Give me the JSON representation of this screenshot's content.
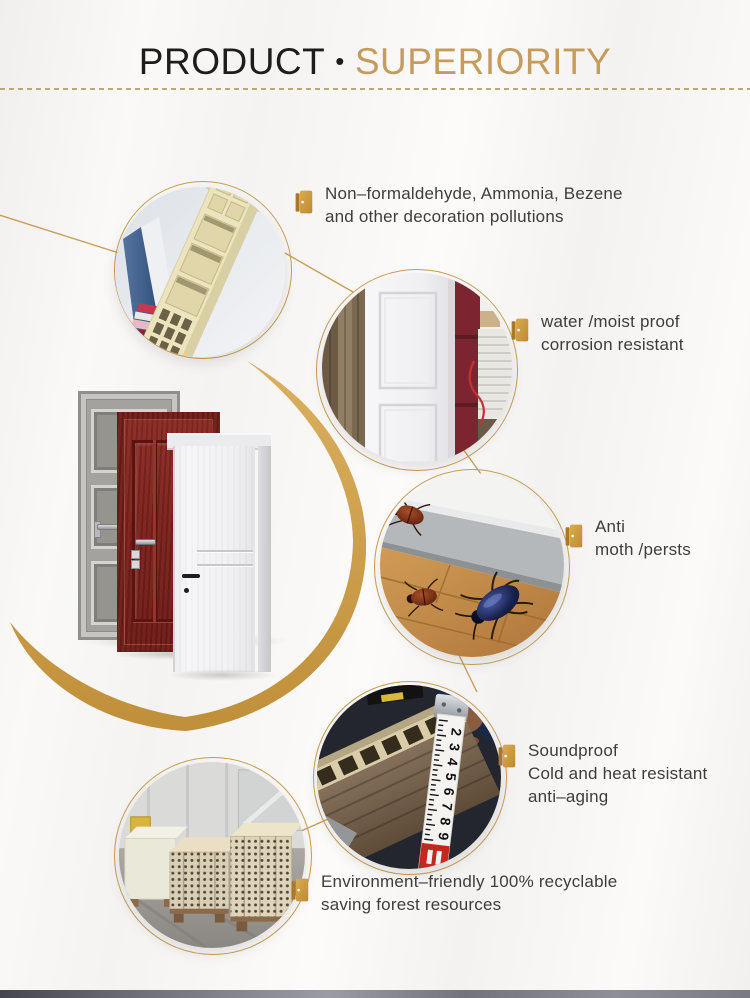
{
  "title": {
    "part_black": "PRODUCT",
    "separator": "•",
    "part_gold": "SUPERIORITY"
  },
  "features": [
    {
      "id": "pollution-free",
      "lines": [
        "Non–formaldehyde, Ammonia, Bezene",
        "and other decoration pollutions"
      ]
    },
    {
      "id": "water-proof",
      "lines": [
        "water /moist proof",
        "corrosion resistant"
      ]
    },
    {
      "id": "anti-moth",
      "lines": [
        "Anti",
        "moth /persts"
      ]
    },
    {
      "id": "soundproof",
      "lines": [
        "Soundproof",
        "Cold and heat resistant",
        "anti–aging"
      ]
    },
    {
      "id": "eco-friendly",
      "lines": [
        "Environment–friendly 100% recyclable",
        "saving forest resources"
      ]
    }
  ],
  "tape_numbers": [
    "2",
    "3",
    "4",
    "5",
    "6",
    "7",
    "8",
    "9"
  ],
  "icons": {
    "feature_bullet": "door-icon"
  },
  "colors": {
    "title_black": "#1d1d1d",
    "gold_text": "#c69c5d",
    "gold_swoosh_light": "#dab05f",
    "gold_swoosh_dark": "#c08f3a",
    "ring_gold": "#c79e55",
    "dash_gold": "#bfa678",
    "body_text": "#3d3d3d",
    "bottom_bar_dark": "#45454d",
    "bottom_bar_light": "#9b9ba3"
  }
}
